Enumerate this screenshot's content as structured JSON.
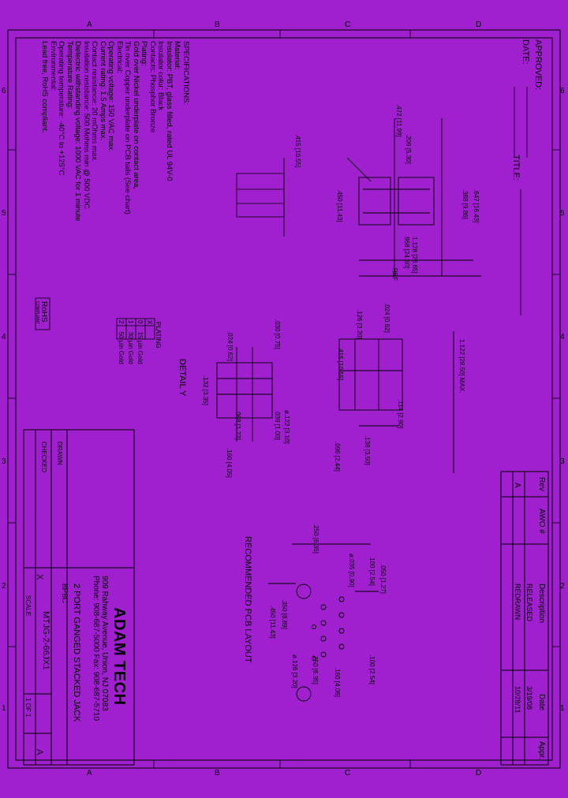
{
  "zones_top": [
    "A",
    "B",
    "C",
    "D"
  ],
  "zones_side": [
    "6",
    "5",
    "4",
    "3",
    "2",
    "1"
  ],
  "approved_label": "APPROVED:",
  "date_label": "DATE:",
  "title_label": "TITLE:",
  "spec": {
    "heading": "SPECIFICATIONS:",
    "lines": [
      "Material:",
      "Insulator: PBT, glass filled, rated UL 94V-0",
      "Insulator color: Black",
      "Contacts: Phosphor Bronze",
      "Plating:",
      "Gold over Nickel underplate on contact area,",
      "Tin over Copper underplate on PCB tails (See chart)",
      "Electrical:",
      "Operating voltage: 150 VAC max.",
      "Current rating: 1.5 Amps max.",
      "Contact resistance: 20 mOhms max.",
      "Insulation resistance: 500 Mohms min @ 500 VDC",
      "Dielectric withstanding voltage: 1000 VAC for 1 minute",
      "Temperature Rating:",
      "Operating temperature: -40°C to +125°C",
      "Environmental:",
      "Lead free, RoHS compliant."
    ]
  },
  "plating_table": {
    "header": "PLATING",
    "rows": [
      [
        "X",
        ""
      ],
      [
        "0",
        "15 µin Gold"
      ],
      [
        "1",
        "30 µin Gold"
      ],
      [
        "2",
        "50 µin Gold"
      ]
    ]
  },
  "rohs": {
    "label": "RoHS",
    "sub": "COMPLIANT"
  },
  "detail_label": "DETAIL Y",
  "pcb_layout_label": "RECOMMENDED PCB LAYOUT",
  "max_dim": "1.122 [28.50] MAX.",
  "dims_top": [
    ".647 [16.43]",
    ".388 [9.86]",
    ".472 [11.99]",
    ".209 [5.30]",
    ".415 [10.55]",
    ".450 [11.43]",
    ".968 [24.60]",
    "1.128 [28.65]",
    "REF"
  ],
  "dims_mid": [
    ".024 [0.62]",
    ".126 [3.20]",
    ".415 [10.55]",
    ".114 [2.90]",
    ".138 [3.50]",
    ".096 [2.44]"
  ],
  "dims_detail": [
    ".030 [0.75]",
    ".024 [0.62]",
    ".132 [3.35]",
    ".068 [1.72]",
    ".160 [4.05]",
    ".039 [1.00]",
    "ø.122 [3.10]"
  ],
  "dims_pcb": [
    ".050 [1.27]",
    ".100 [2.54]",
    "ø.035 [0.90]",
    ".250 [6.35]",
    ".350 [8.89]",
    ".450 [11.43]",
    ".100 [2.54]",
    ".250 [6.35]",
    ".160 [4.06]",
    "ø.126 [3.20]"
  ],
  "company": {
    "name": "ADAM TECH",
    "address": "909 Rahway Avenue, Union, NJ 07083",
    "phone": "Phone: 908-687-5000 Fax: 908-687-5710"
  },
  "title_block": {
    "description": "2 PORT GANGED STACKED JACK",
    "sub": "8P8C",
    "part_no": "MTJG-2-66JX1",
    "scale": "X",
    "size": "A",
    "sheet": "1 OF 1",
    "small_a": "SCALE",
    "small_b": "DRAWN",
    "small_c": "CHECKED"
  },
  "revisions": {
    "headers": [
      "Rev",
      "AWO #",
      "Description",
      "Date",
      "Appr."
    ],
    "rows": [
      [
        "",
        "",
        "RELEASED",
        "3/19/08",
        ""
      ],
      [
        "A",
        "",
        "REDRAWN",
        "10/28/11",
        ""
      ]
    ]
  }
}
